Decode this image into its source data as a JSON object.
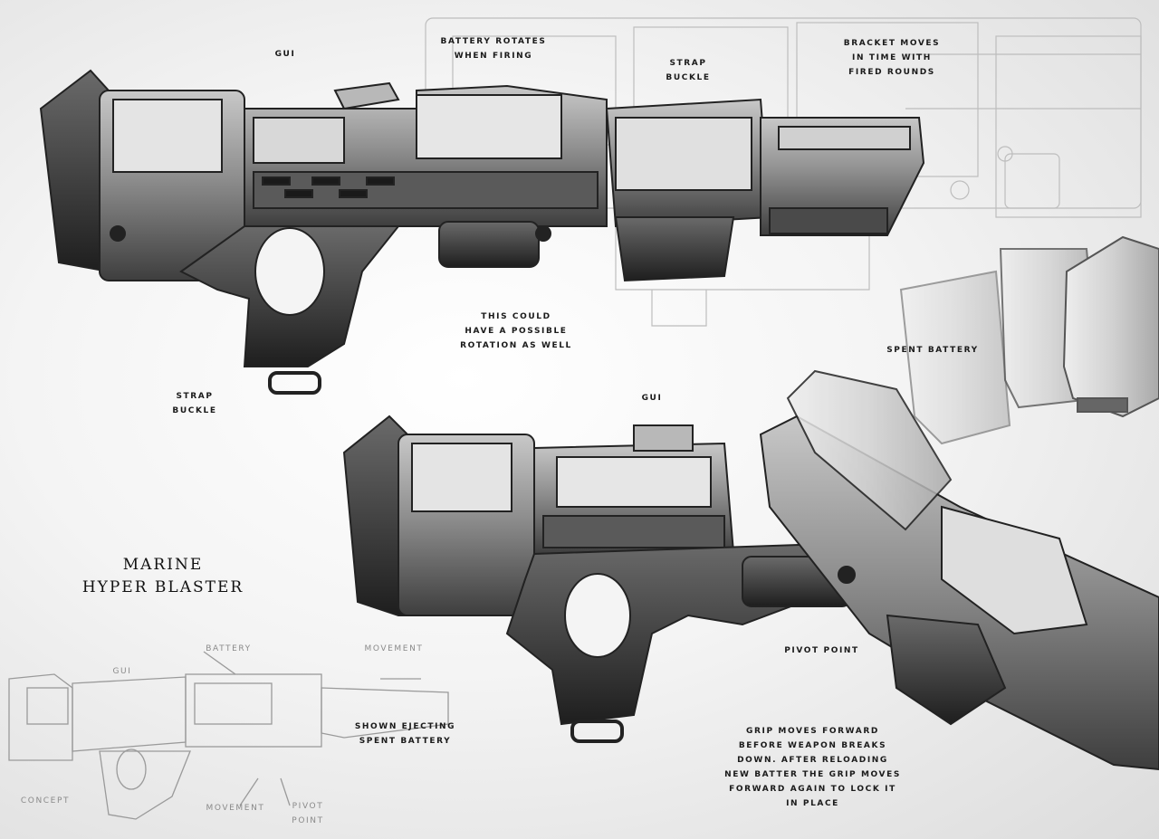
{
  "title": {
    "line1": "MARINE",
    "line2": "HYPER BLASTER"
  },
  "labels": {
    "gui_top": "GUI",
    "battery_rotates": [
      "BATTERY ROTATES",
      "WHEN FIRING"
    ],
    "strap_buckle_top": [
      "STRAP",
      "BUCKLE"
    ],
    "bracket_moves": [
      "BRACKET MOVES",
      "IN TIME WITH",
      "FIRED ROUNDS"
    ],
    "this_could": [
      "THIS COULD",
      "HAVE A POSSIBLE",
      "ROTATION AS WELL"
    ],
    "spent_battery": "SPENT BATTERY",
    "strap_buckle_left": [
      "STRAP",
      "BUCKLE"
    ],
    "gui_mid": "GUI",
    "pivot_point": "PIVOT POINT",
    "grip_moves": [
      "GRIP MOVES FORWARD",
      "BEFORE WEAPON BREAKS",
      "DOWN.  AFTER RELOADING",
      "NEW BATTER THE GRIP MOVES",
      "FORWARD AGAIN TO LOCK IT",
      "IN PLACE"
    ],
    "sketch_gui": "GUI",
    "sketch_battery": "BATTERY",
    "sketch_movement_top": "MOVEMENT",
    "shown_ejecting": [
      "SHOWN EJECTING",
      "SPENT BATTERY"
    ],
    "concept": "CONCEPT",
    "sketch_movement_bottom": "MOVEMENT",
    "sketch_pivot": [
      "PIVOT",
      "POINT"
    ]
  }
}
